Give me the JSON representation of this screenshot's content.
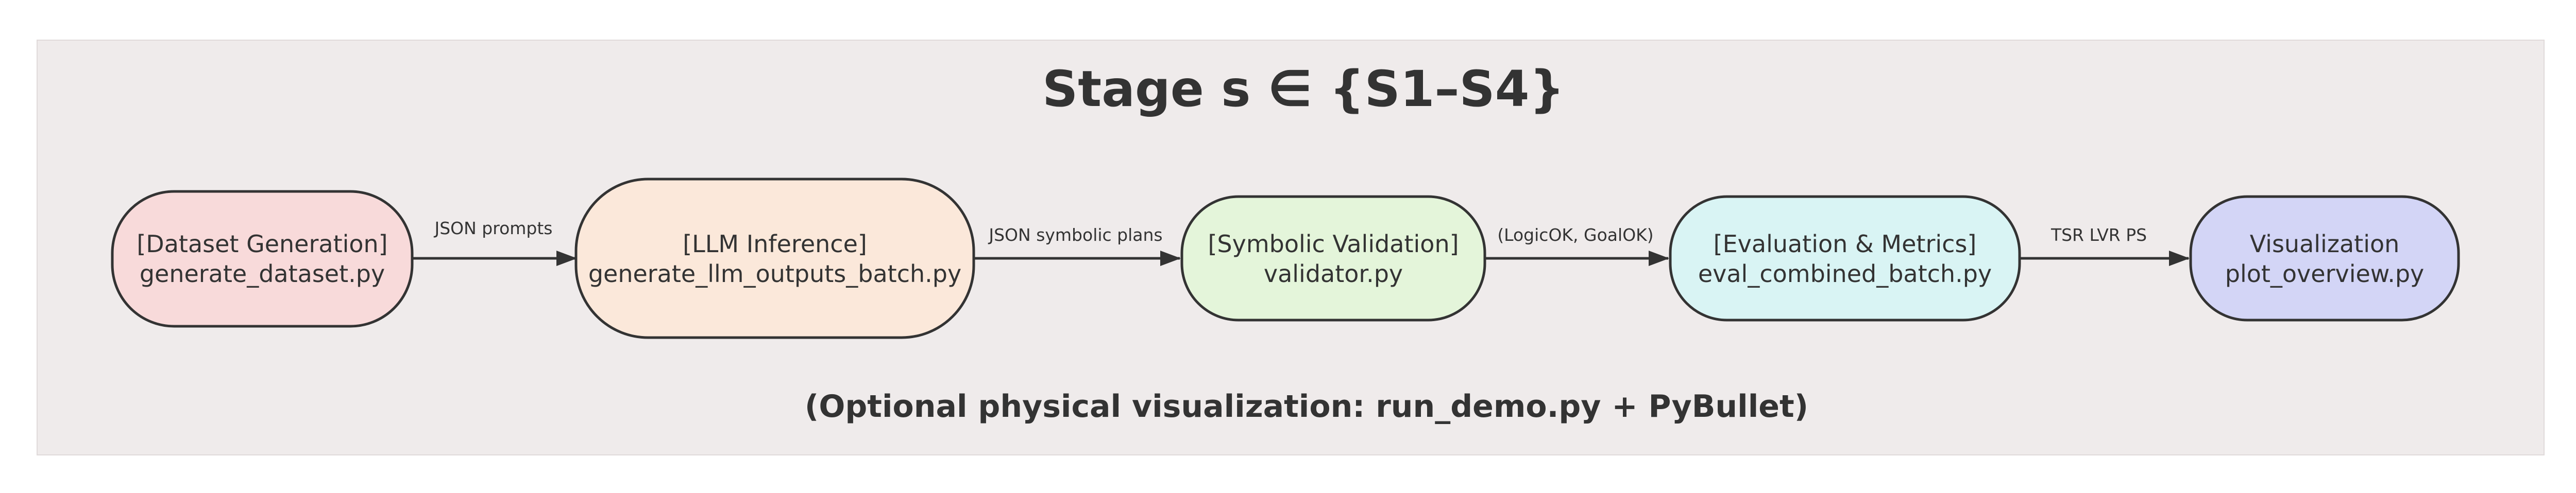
{
  "stage": {
    "title": "Stage s ∈ {S1–S4}",
    "background_color": "#efebeb"
  },
  "nodes": [
    {
      "id": "dataset",
      "line1": "[Dataset Generation]",
      "line2": "generate_dataset.py",
      "fill": "#f8dada"
    },
    {
      "id": "llm",
      "line1": "[LLM Inference]",
      "line2": "generate_llm_outputs_batch.py",
      "fill": "#fbe8da"
    },
    {
      "id": "validation",
      "line1": "[Symbolic Validation]",
      "line2": "validator.py",
      "fill": "#e4f5da"
    },
    {
      "id": "evaluation",
      "line1": "[Evaluation & Metrics]",
      "line2": "eval_combined_batch.py",
      "fill": "#d9f4f4"
    },
    {
      "id": "visualization",
      "line1": "Visualization",
      "line2": "plot_overview.py",
      "fill": "#d3d5f6"
    }
  ],
  "edges": [
    {
      "from": "dataset",
      "to": "llm",
      "label": "JSON prompts"
    },
    {
      "from": "llm",
      "to": "validation",
      "label": "JSON symbolic plans"
    },
    {
      "from": "validation",
      "to": "evaluation",
      "label": "(LogicOK, GoalOK)"
    },
    {
      "from": "evaluation",
      "to": "visualization",
      "label": "TSR LVR PS"
    }
  ],
  "footer": {
    "text": "(Optional physical visualization: run_demo.py + PyBullet)"
  }
}
